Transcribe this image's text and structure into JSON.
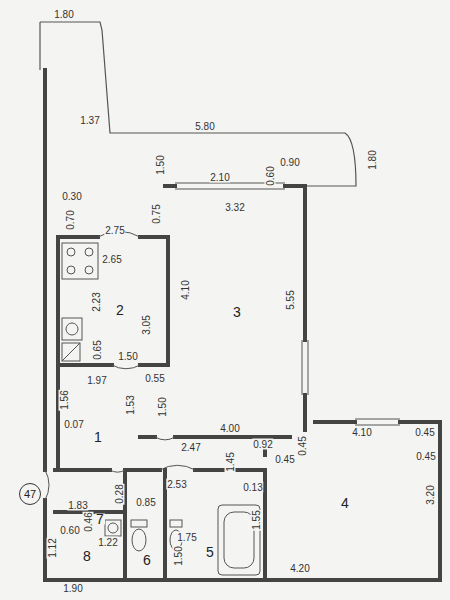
{
  "diagram": {
    "nodes": [
      {
        "text": [
          "47"
        ]
      }
    ],
    "labels": [
      "1.80",
      "1.37",
      "5.80",
      "1.50",
      "0.90",
      "1.80",
      "0.30",
      "0.70",
      "2.10",
      "0.60",
      "3.32",
      "0.75",
      "2.75",
      "2.65",
      "4.10",
      "5.55",
      "2.23",
      "3.05",
      "2",
      "3",
      "0.65",
      "1.50",
      "1.97",
      "0.55",
      "1.56",
      "0.07",
      "1",
      "1.53",
      "1.50",
      "4.00",
      "2.47",
      "0.92",
      "4.10",
      "0.45",
      "0.45",
      "0.45",
      "0.45",
      "1.45",
      "0.13",
      "3.20",
      "4",
      "2.53",
      "0.85",
      "0.28",
      "1.83",
      "0.60",
      "0.46",
      "7",
      "1.22",
      "1.75",
      "1.55",
      "1.12",
      "8",
      "6",
      "5",
      "1.50",
      "1.90",
      "4.20"
    ]
  }
}
